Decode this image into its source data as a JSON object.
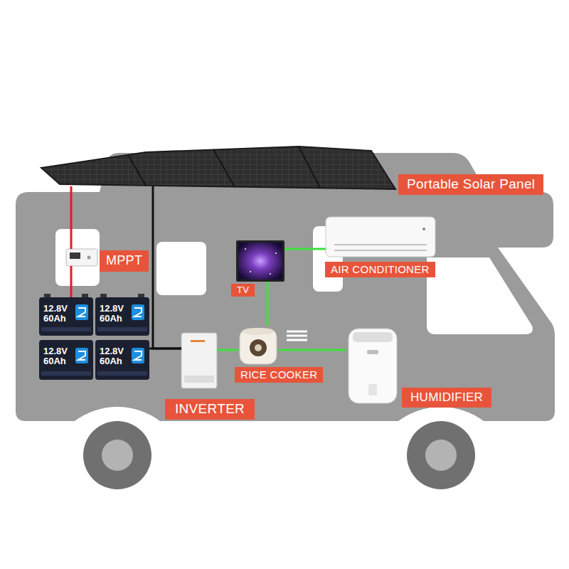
{
  "diagram": {
    "nodes": [
      {
        "text": [
          "Portable Solar Panel"
        ]
      },
      {
        "text": [
          "MPPT"
        ]
      },
      {
        "text": [
          "12.8V 60Ah"
        ]
      },
      {
        "text": [
          "12.8V 60Ah"
        ]
      },
      {
        "text": [
          "12.8V 60Ah"
        ]
      },
      {
        "text": [
          "12.8V 60Ah"
        ]
      },
      {
        "text": [
          "INVERTER"
        ]
      },
      {
        "text": [
          "TV"
        ]
      },
      {
        "text": [
          "AIR CONDITIONER"
        ]
      },
      {
        "text": [
          "RICE COOKER"
        ]
      },
      {
        "text": [
          "HUMIDIFIER"
        ]
      }
    ],
    "edges": [
      {
        "from": 0,
        "to": 1,
        "arrow": "none"
      },
      {
        "from": 1,
        "to": 2,
        "arrow": "none"
      },
      {
        "from": 0,
        "to": 6,
        "arrow": "none"
      },
      {
        "from": 5,
        "to": 6,
        "arrow": "none"
      },
      {
        "from": 6,
        "to": 9,
        "arrow": "none"
      },
      {
        "from": 9,
        "to": 10,
        "arrow": "none"
      },
      {
        "from": 9,
        "to": 7,
        "arrow": "none"
      },
      {
        "from": 7,
        "to": 8,
        "arrow": "none"
      }
    ]
  }
}
